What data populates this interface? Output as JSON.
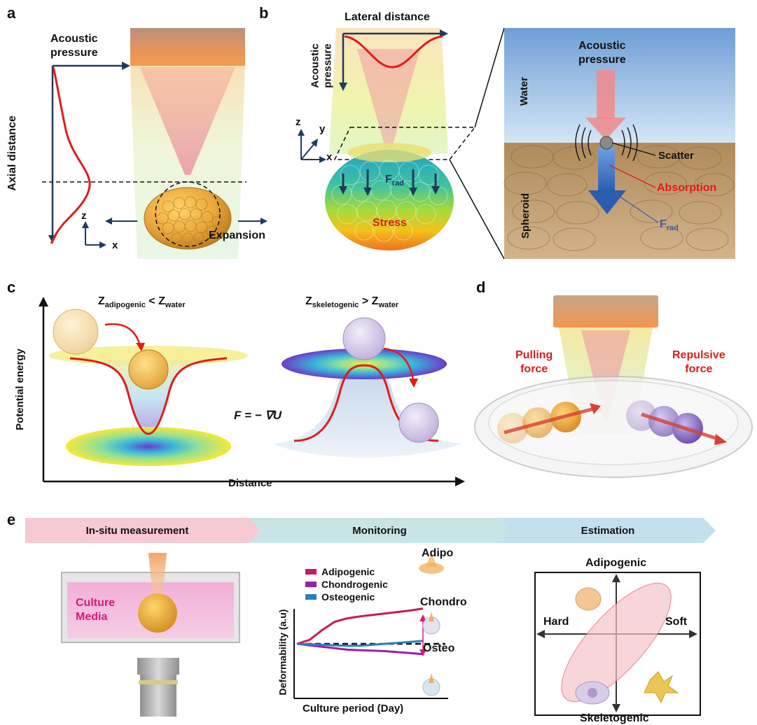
{
  "panels": {
    "a": {
      "label": "a",
      "acoustic_pressure": "Acoustic\npressure",
      "axial_distance": "Axial distance",
      "axis_z": "z",
      "axis_x": "x",
      "expansion": "Expansion"
    },
    "b": {
      "label": "b",
      "lateral_distance": "Lateral distance",
      "acoustic_pressure": "Acoustic\npressure",
      "axis_z": "z",
      "axis_y": "y",
      "axis_x": "x",
      "frad": "F",
      "frad_sub": "rad",
      "stress": "Stress",
      "inset": {
        "water": "Water",
        "spheroid": "Spheroid",
        "acoustic_pressure": "Acoustic\npressure",
        "scatter": "Scatter",
        "absorption": "Absorption",
        "frad": "F",
        "frad_sub": "rad"
      }
    },
    "c": {
      "label": "c",
      "left_title_main": "Z",
      "left_title_sub": "adipogenic",
      "left_title_rel": " < Z",
      "left_title_sub2": "water",
      "right_title_main": "Z",
      "right_title_sub": "skeletogenic",
      "right_title_rel": " > Z",
      "right_title_sub2": "water",
      "formula": "F = − ∇U",
      "ylabel": "Potential energy",
      "xlabel": "Distance"
    },
    "d": {
      "label": "d",
      "pulling": "Pulling\nforce",
      "repulsive": "Repulsive\nforce"
    },
    "e": {
      "label": "e",
      "steps": [
        "In-situ measurement",
        "Monitoring",
        "Estimation"
      ],
      "culture_media": "Culture\nMedia",
      "adipo": "Adipo",
      "chondro": "Chondro",
      "osteo": "Osteo",
      "quadrant": {
        "top": "Adipogenic",
        "bottom": "Skeletogenic",
        "left": "Hard",
        "right": "Soft"
      }
    }
  },
  "chart_data": {
    "type": "line",
    "xlabel": "Culture period (Day)",
    "ylabel": "Deformability (a.u)",
    "x": [
      0,
      1,
      2,
      3,
      4,
      5,
      6,
      7,
      8,
      9,
      10
    ],
    "series": [
      {
        "name": "Adipogenic",
        "color": "#c8195e",
        "values": [
          0,
          0.08,
          0.28,
          0.45,
          0.52,
          0.56,
          0.59,
          0.62,
          0.65,
          0.68,
          0.72
        ]
      },
      {
        "name": "Chondrogenic",
        "color": "#9b1fb0",
        "values": [
          0,
          -0.03,
          -0.06,
          -0.09,
          -0.12,
          -0.13,
          -0.14,
          -0.15,
          -0.17,
          -0.19,
          -0.21
        ]
      },
      {
        "name": "Osteogenic",
        "color": "#2a7fc2",
        "values": [
          0,
          -0.01,
          -0.02,
          -0.03,
          -0.04,
          -0.04,
          -0.02,
          0.0,
          0.02,
          0.04,
          0.06
        ]
      }
    ],
    "baseline": 0
  }
}
